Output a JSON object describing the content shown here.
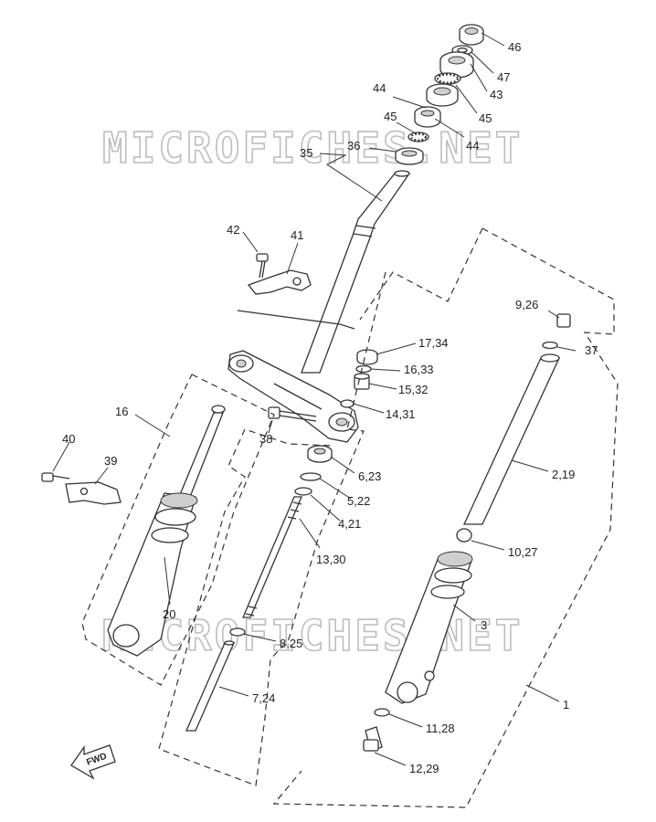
{
  "watermark": "MICROFICHES.NET",
  "fwd_label": "FWD",
  "labels": {
    "l46": "46",
    "l47": "47",
    "l43": "43",
    "l44a": "44",
    "l45a": "45",
    "l45b": "45",
    "l44b": "44",
    "l36": "36",
    "l35": "35",
    "l42": "42",
    "l41": "41",
    "l926": "9,26",
    "l37": "37",
    "l1734": "17,34",
    "l1633": "16,33",
    "l1532": "15,32",
    "l1431": "14,31",
    "l16": "16",
    "l38": "38",
    "l40": "40",
    "l39": "39",
    "l623": "6,23",
    "l522": "5,22",
    "l421": "4,21",
    "l1330": "13,30",
    "l219": "2,19",
    "l1027": "10,27",
    "l20": "20",
    "l3": "3",
    "l825": "8,25",
    "l724": "7,24",
    "l1": "1",
    "l1128": "11,28",
    "l1229": "12,29"
  }
}
